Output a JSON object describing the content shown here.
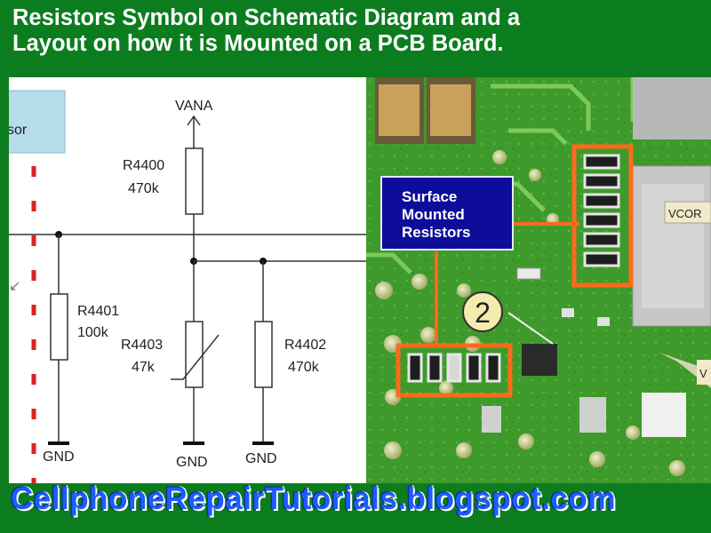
{
  "title": {
    "line1": "Resistors Symbol on Schematic Diagram and a",
    "line2": "Layout on how it is Mounted on a PCB Board."
  },
  "schematic": {
    "partial_label": "sor",
    "supply_label": "VANA",
    "resistors": [
      {
        "ref": "R4400",
        "value": "470k"
      },
      {
        "ref": "R4401",
        "value": "100k"
      },
      {
        "ref": "R4403",
        "value": "47k"
      },
      {
        "ref": "R4402",
        "value": "470k"
      }
    ],
    "ground_label": "GND"
  },
  "pcb": {
    "callout_lines": [
      "Surface",
      "Mounted",
      "Resistors"
    ],
    "marker_number": "2",
    "edge_label": "VCOR",
    "edge_label_2": "V"
  },
  "footer": {
    "site": "CellphoneRepairTutorials.blogspot.com"
  },
  "colors": {
    "background": "#0c7d1f",
    "highlight": "#ff6a1a",
    "callout": "#0d0d9a",
    "footer_text": "#1d5cff"
  }
}
